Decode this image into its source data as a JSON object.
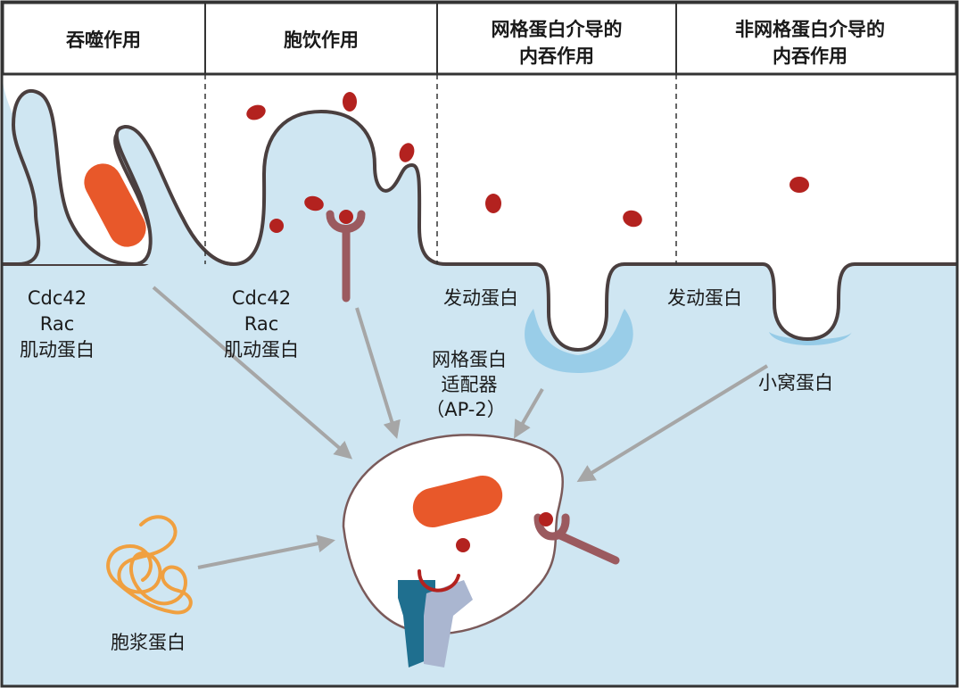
{
  "header": {
    "phagocytosis": "吞噬作用",
    "pinocytosis": "胞饮作用",
    "clathrin_line1": "网格蛋白介导的",
    "clathrin_line2": "内吞作用",
    "nonclathrin_line1": "非网格蛋白介导的",
    "nonclathrin_line2": "内吞作用"
  },
  "labels": {
    "phago_factors": [
      "Cdc42",
      "Rac",
      "肌动蛋白"
    ],
    "pino_factors": [
      "Cdc42",
      "Rac",
      "肌动蛋白"
    ],
    "dynamin_clathrin": "发动蛋白",
    "adaptor": [
      "网格蛋白",
      "适配器",
      "（AP-2）"
    ],
    "dynamin_caveolae": "发动蛋白",
    "caveolin": "小窝蛋白",
    "cytosolic_protein": "胞浆蛋白"
  },
  "colors": {
    "cytoplasm": "#cfe6f2",
    "membrane": "#4a3f3f",
    "cargo_bacterium": "#e8582a",
    "particle": "#b3221f",
    "receptor": "#9b5a5f",
    "coat": "#8fc8e6",
    "arrow": "#a6a6a6",
    "cytosolic_protein": "#f0a040",
    "receptor_dark": "#1f6f8f",
    "receptor_light": "#aab6d0"
  }
}
